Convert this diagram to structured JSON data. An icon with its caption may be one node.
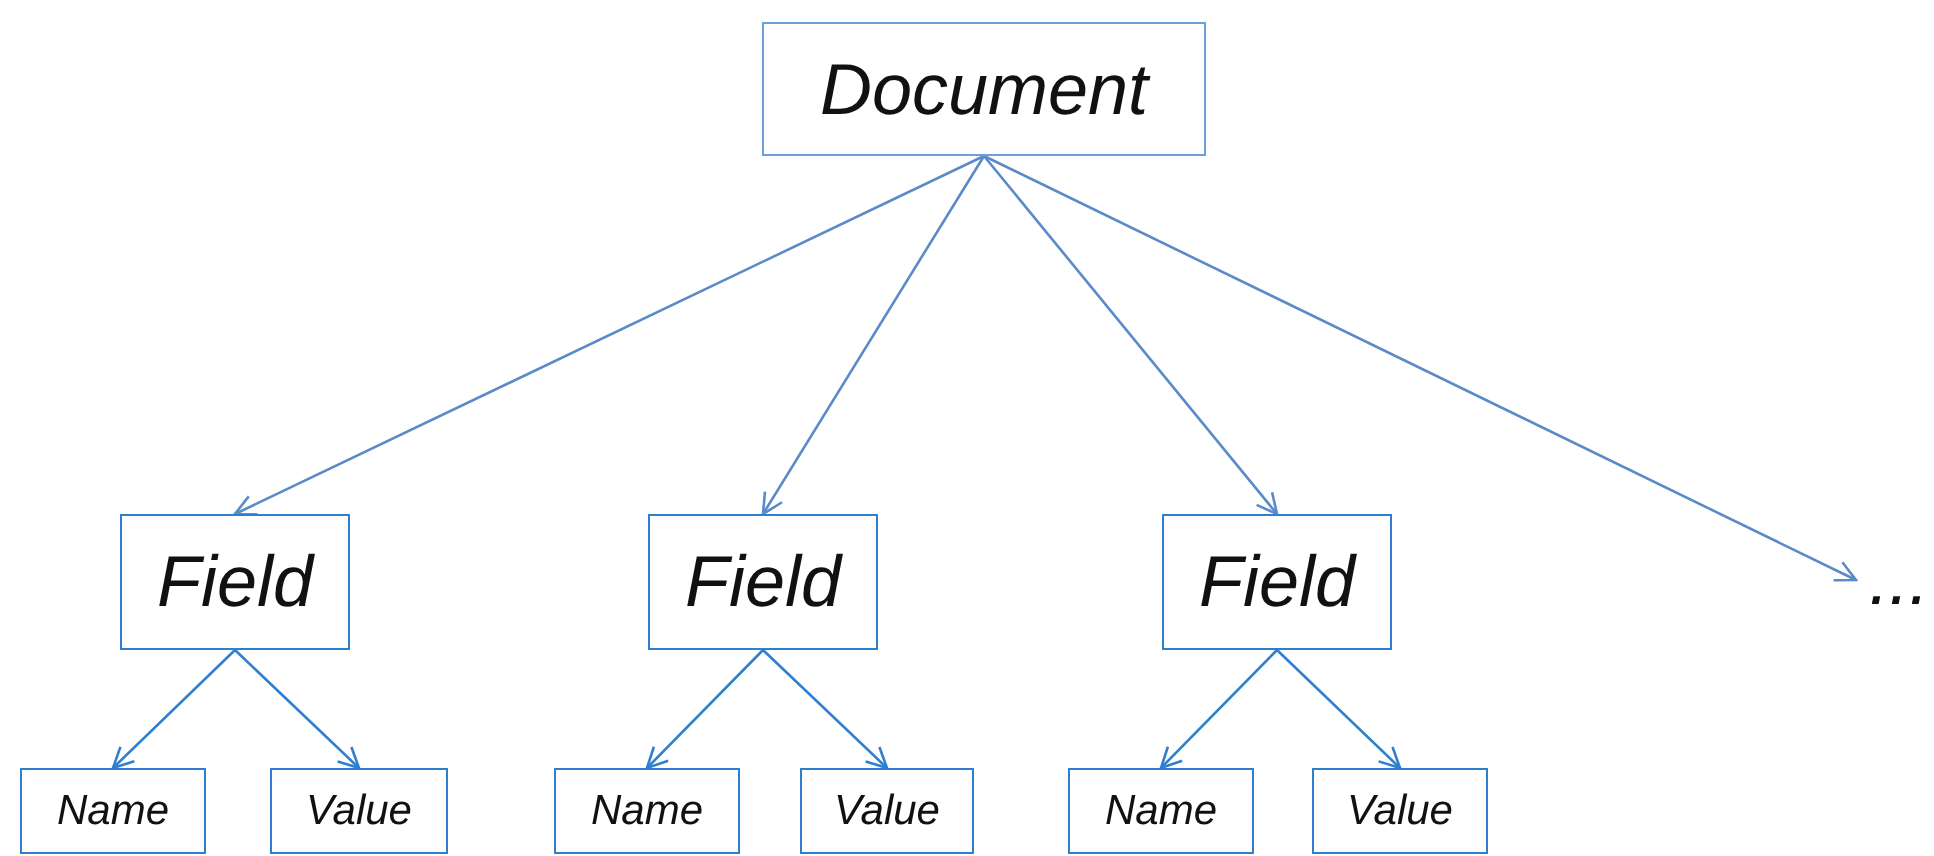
{
  "diagram": {
    "nodes": [
      {
        "text": [
          "Document"
        ]
      },
      {
        "text": [
          "Field"
        ]
      },
      {
        "text": [
          "Field"
        ]
      },
      {
        "text": [
          "Field"
        ]
      },
      {
        "text": [
          "..."
        ]
      },
      {
        "text": [
          "Name"
        ]
      },
      {
        "text": [
          "Value"
        ]
      },
      {
        "text": [
          "Name"
        ]
      },
      {
        "text": [
          "Value"
        ]
      },
      {
        "text": [
          "Name"
        ]
      },
      {
        "text": [
          "Value"
        ]
      }
    ],
    "edges": [
      {
        "from": 0,
        "to": 1,
        "arrow": "to"
      },
      {
        "from": 0,
        "to": 2,
        "arrow": "to"
      },
      {
        "from": 0,
        "to": 3,
        "arrow": "to"
      },
      {
        "from": 0,
        "to": 4,
        "arrow": "to"
      },
      {
        "from": 1,
        "to": 5,
        "arrow": "to"
      },
      {
        "from": 1,
        "to": 6,
        "arrow": "to"
      },
      {
        "from": 2,
        "to": 7,
        "arrow": "to"
      },
      {
        "from": 2,
        "to": 8,
        "arrow": "to"
      },
      {
        "from": 3,
        "to": 9,
        "arrow": "to"
      },
      {
        "from": 3,
        "to": 10,
        "arrow": "to"
      }
    ]
  }
}
